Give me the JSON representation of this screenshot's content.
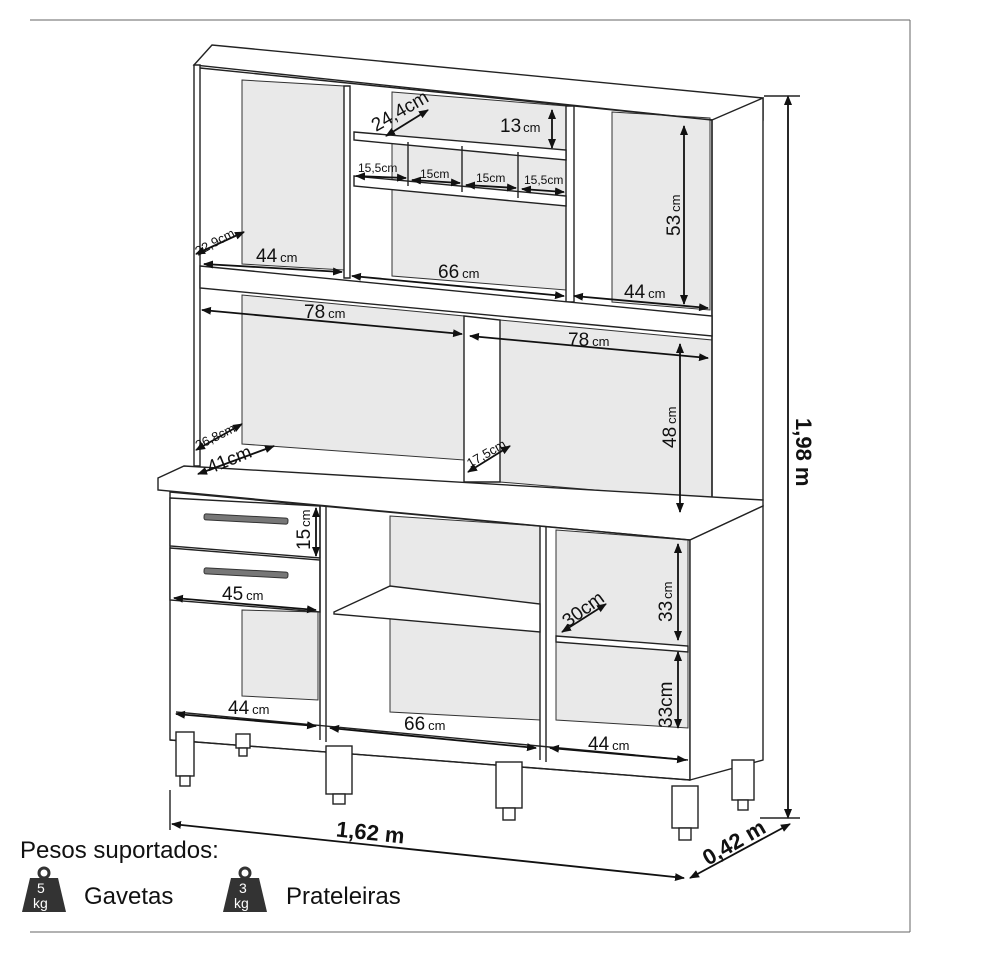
{
  "dimensions": {
    "height_total": "1,98 m",
    "width_total": "1,62 m",
    "depth_total": "0,42 m"
  },
  "hutch": {
    "niche_depth": "24,4cm",
    "niche_height_value": "13",
    "niche_height_unit": "cm",
    "cubby_1": "15,5cm",
    "cubby_2": "15cm",
    "cubby_3": "15cm",
    "cubby_4": "15,5cm",
    "left_depth": "22,9cm",
    "left_width_value": "44",
    "left_width_unit": "cm",
    "center_width_value": "66",
    "center_width_unit": "cm",
    "right_width_value": "44",
    "right_width_unit": "cm",
    "right_height_value": "53",
    "right_height_unit": "cm",
    "open_left_width_value": "78",
    "open_left_width_unit": "cm",
    "open_right_width_value": "78",
    "open_right_width_unit": "cm",
    "open_height_value": "48",
    "open_height_unit": "cm",
    "open_depth_back": "26,8cm",
    "open_depth_front": "41cm",
    "divider_depth": "17,5cm"
  },
  "base": {
    "drawer_height_value": "15",
    "drawer_height_unit": "cm",
    "drawer_width_value": "45",
    "drawer_width_unit": "cm",
    "shelf_depth": "30cm",
    "right_upper_height_value": "33",
    "right_upper_height_unit": "cm",
    "right_lower_height_value": "33cm",
    "left_width_value": "44",
    "left_width_unit": "cm",
    "center_width_value": "66",
    "center_width_unit": "cm",
    "right_width_value": "44",
    "right_width_unit": "cm"
  },
  "legend": {
    "title": "Pesos suportados:",
    "drawers_weight_value": "5",
    "drawers_weight_unit": "kg",
    "drawers_label": "Gavetas",
    "shelves_weight_value": "3",
    "shelves_weight_unit": "kg",
    "shelves_label": "Prateleiras"
  },
  "colors": {
    "line": "#222222",
    "back_panel": "#e9e9e9",
    "icon": "#333333"
  }
}
